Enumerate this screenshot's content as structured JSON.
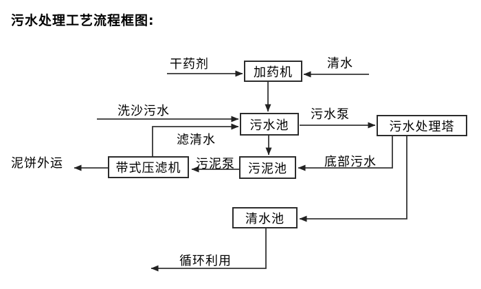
{
  "title": "污水处理工艺流程框图:",
  "diagram": {
    "nodes": {
      "dosing_machine": "加药机",
      "sewage_pool": "污水池",
      "treatment_tower": "污水处理塔",
      "sludge_pool": "污泥池",
      "belt_filter_press": "带式压滤机",
      "clean_water_pool": "清水池"
    },
    "edge_labels": {
      "dry_chemical": "干药剂",
      "clean_water": "清水",
      "sand_washing_sewage": "洗沙污水",
      "filtered_water": "滤清水",
      "sewage_pump": "污水泵",
      "bottom_sewage": "底部污水",
      "sludge_pump": "污泥泵",
      "mud_cake_out": "泥饼外运",
      "recycle_use": "循环利用"
    },
    "colors": {
      "line": "#333333",
      "text": "#000000",
      "background": "#ffffff"
    }
  }
}
